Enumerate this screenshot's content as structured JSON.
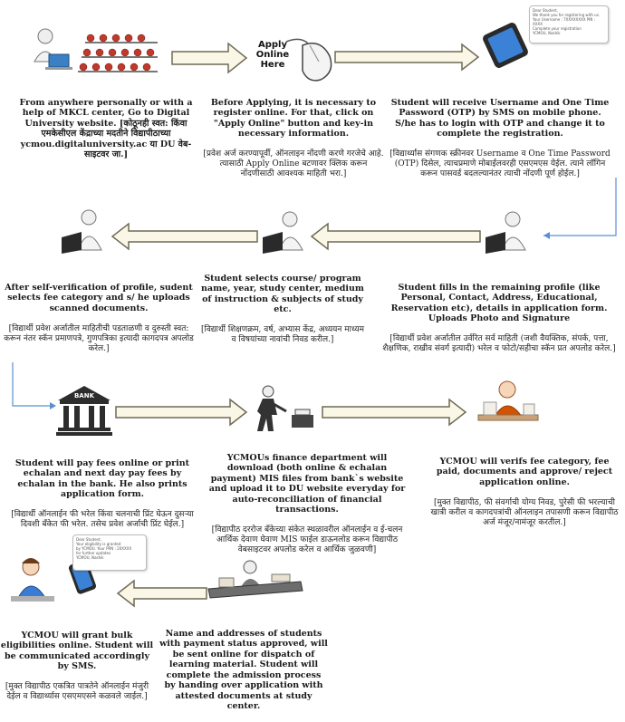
{
  "steps": [
    {
      "id": "visit-website",
      "icon": "person-at-laptop-with-crowd-icon",
      "en": "From anywhere personally or with a help of MKCL center, Go to Digital University website. [कोठूनही स्वत: किंवा एमकेसीएल केंद्राच्या मदतीने विद्यापीठाच्या ycmou.digitaluniversity.ac या DU वेब-साइटवर जा.]",
      "mr": ""
    },
    {
      "id": "apply-online",
      "icon": "mouse-icon",
      "button_label": "Apply\nOnline\nHere",
      "en": "Before Applying, it is necessary to register online. For that, click on \"Apply Online\" button and key-in necessary information.",
      "mr": "[प्रवेश अर्ज करण्यापूर्वी, ऑनलाइन नोंदणी करणे गरजेचे आहे. त्यासाठी Apply Online बटणावर क्लिक करून नोंदणीसाठी आवश्यक माहिती भरा.]"
    },
    {
      "id": "receive-otp",
      "icon": "mobile-phone-icon",
      "bubble": "Dear Student,\nWe thank you for registering with us.\nYour Username : 7XXXXXXXX  PIN : XXXX\nComplete your registration\nYCMOU, Nashik",
      "en": "Student will receive Username and One Time Password (OTP) by SMS on mobile phone. S/he has to login with OTP and change it to complete the registration.",
      "mr": "[विद्यार्थ्यास संगणक स्क्रीनवर Username व One Time Password (OTP) दिसेल, त्याचप्रमाणे मोबाईलवरही एसएमएस येईल. त्याने लॉगिन करून पासवर्ड बदलल्यानंतर त्याची नोंदणी पूर्ण होईल.]"
    },
    {
      "id": "fill-profile",
      "icon": "person-at-computer-icon",
      "en": "Student fills in the remaining profile (like Personal, Contact, Address, Educational, Reservation etc), details in application form. Uploads Photo and Signature",
      "mr": "[विद्यार्थी प्रवेश अर्जातील उर्वरित सर्व माहिती (जशी वैयक्तिक, संपर्क, पत्ता, शैक्षणिक, राखीव संवर्ग इत्यादी) भरेल व फोटो/सहीचा स्कॅन प्रत अपलोड करेल.]"
    },
    {
      "id": "select-course",
      "icon": "person-at-computer-icon",
      "en": "Student selects course/ program name, year, study center, medium of instruction & subjects of study etc.",
      "mr": "[विद्यार्थी शिक्षणक्रम, वर्ष, अभ्यास केंद्र, अध्ययन माध्यम व विषयांच्या नावांची निवड करील.]"
    },
    {
      "id": "upload-documents",
      "icon": "person-at-computer-icon",
      "en": "After self-verification of profile, sudent selects fee category and s/ he uploads scanned documents.",
      "mr": "[विद्यार्थी प्रवेश अर्जातील माहितीची पडताळणी व दुरुस्ती स्वत: करून नंतर स्कॅन प्रमाणपत्रे, गुणपत्रिका इत्यादी कागदपत्र अपलोड करेल.]"
    },
    {
      "id": "pay-fees",
      "icon": "bank-building-icon",
      "bank_label": "BANK",
      "en": "Student will pay fees online or print echalan and next day pay fees by echalan in the bank. He also prints application form.",
      "mr": "[विद्यार्थी ऑनलाईन फी भरेल किंवा चलनाची प्रिंट घेऊन दुसऱ्या दिवशी बँकेत फी भरेल. तसेच प्रवेश अर्जाची प्रिंट घेईल.]"
    },
    {
      "id": "finance-reconcile",
      "icon": "person-with-printer-icon",
      "en": "YCMOUs finance department will download (both online & echalan payment) MIS files from bank`s website and upload it to DU website everyday for auto-reconciliation of financial transactions.",
      "mr": "[विद्यापीठ दररोज बँकेच्या संकेत स्थळावरील ऑनलाईन व ई-चलन आर्थिक देवाण घेवाण MIS फाईल डाऊनलोड करून विद्यापीठ वेबसाइटवर अपलोड करेल व आर्थिक जुळवणी]"
    },
    {
      "id": "verify-approve",
      "icon": "person-at-desk-with-files-icon",
      "en": "YCMOU will verifs fee category, fee paid, documents and approve/ reject application online.",
      "mr": "[मुक्त विद्यापीठ, फी संवर्गाची योग्य निवड, पुरेसी फी भरल्याची खात्री करील व कागदपत्रांची ऑनलाइन तपासणी करून विद्यापीठ अर्ज मंजूर/नामंजूर करतील.]"
    },
    {
      "id": "dispatch-material",
      "icon": "desk-with-materials-icon",
      "en": "Name and addresses of students with payment status approved, will be sent online for dispatch of learning material. Student will complete the admission process by handing over application with attested documents at study center.",
      "mr": ""
    },
    {
      "id": "grant-eligibility",
      "icon": "woman-with-phone-icon",
      "bubble": "Dear Student,\nYour eligibility is granted\nby YCMOU. Your PRN : 20XXXX\nfor further updates\nYCMOU, Nashik",
      "en": "YCMOU will grant bulk eligibilities online. Student will be communicated accordingly by SMS.",
      "mr": "[मुक्त विद्यापीठ एकत्रित पात्रतेने ऑनलाईन मंजुरी देईल व विद्यार्थ्यास एसएमएसने कळवले जाईल.]"
    }
  ],
  "colors": {
    "arrow_fill": "#fbf7e6",
    "arrow_stroke": "#6f6a55",
    "connector": "#5b8fd1",
    "bank": "#2d2d2d"
  }
}
